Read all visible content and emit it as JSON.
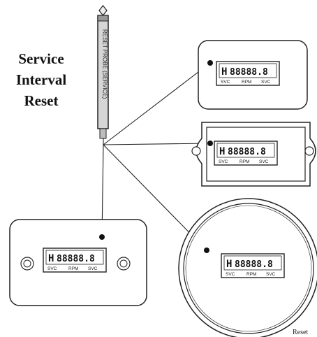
{
  "title_lines": [
    "Service",
    "Interval",
    "Reset"
  ],
  "probe_label": "RESET PROBE (SERVICE)",
  "lcd": {
    "indicator": "H",
    "digits": "88888.8",
    "labels": [
      "SVC",
      "RPM",
      "SVC"
    ]
  },
  "corner_label": "Reset"
}
